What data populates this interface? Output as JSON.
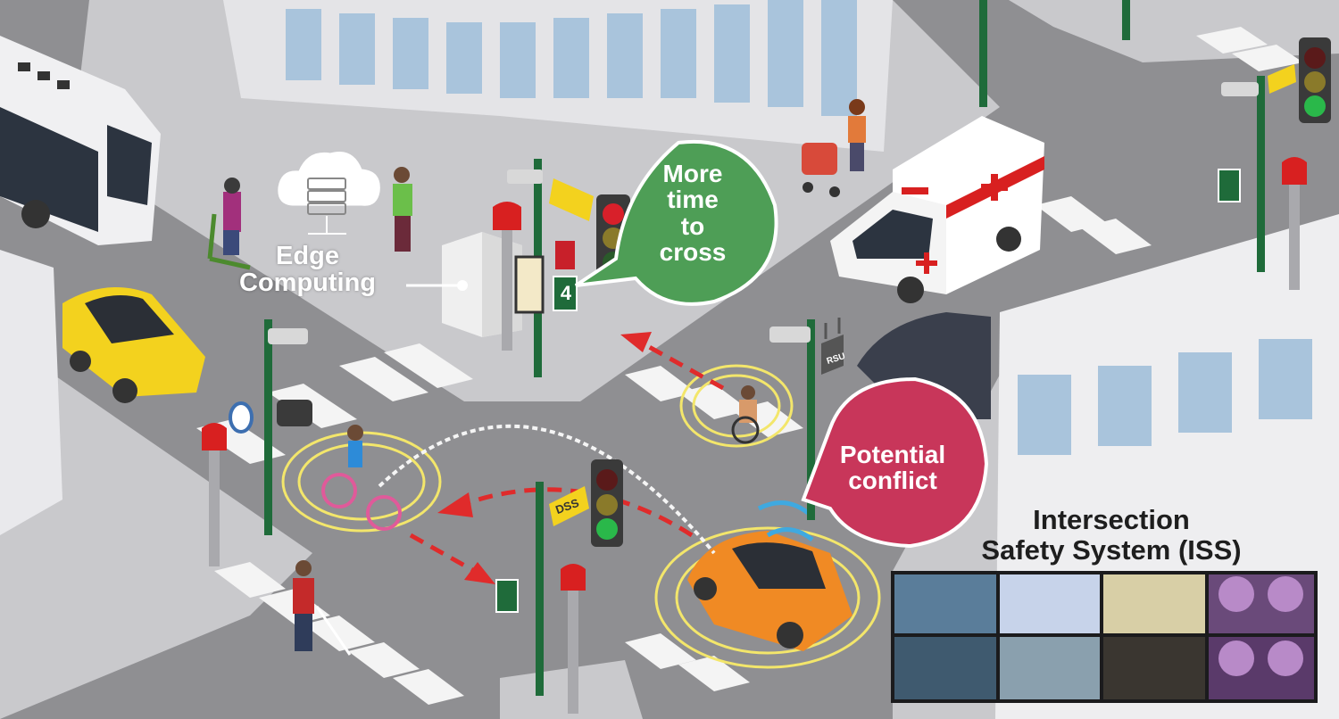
{
  "labels": {
    "edge_computing_line1": "Edge",
    "edge_computing_line2": "Computing",
    "more_time_line1": "More",
    "more_time_line2": "time",
    "more_time_line3": "to",
    "more_time_line4": "cross",
    "conflict_line1": "Potential",
    "conflict_line2": "conflict",
    "iss_line1": "Intersection",
    "iss_line2": "Safety System (ISS)",
    "dss": "DSS",
    "rsu": "RSU",
    "pedestrian_countdown": "4"
  },
  "icons": [
    "cloud-server-icon",
    "traffic-light-icon",
    "camera-icon",
    "beacon-icon",
    "walk-signal-icon",
    "stop-hand-icon",
    "antenna-icon"
  ],
  "colors": {
    "callout_green": "#4e9e56",
    "callout_red": "#c8365a",
    "taxi_orange": "#f08a24",
    "taxi_yellow": "#f3d21e",
    "pole_green": "#1f6b3a",
    "conflict_arrow": "#e02b2b",
    "sensor_ring": "#f3e66b",
    "road": "#8f8f92",
    "sidewalk": "#c9c9cc"
  }
}
